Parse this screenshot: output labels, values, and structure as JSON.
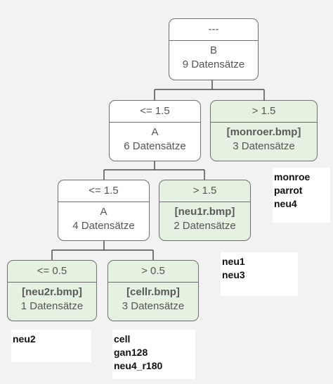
{
  "tree": {
    "root": {
      "condition": "---",
      "attribute": "B",
      "count": "9 Datensätze"
    },
    "n_right1": {
      "condition": "> 1.5",
      "label": "[monroer.bmp]",
      "count": "3 Datensätze"
    },
    "n_left1": {
      "condition": "<= 1.5",
      "attribute": "A",
      "count": "6 Datensätze"
    },
    "n_left2": {
      "condition": "<= 1.5",
      "attribute": "A",
      "count": "4 Datensätze"
    },
    "n_right2": {
      "condition": "> 1.5",
      "label": "[neu1r.bmp]",
      "count": "2 Datensätze"
    },
    "n_leaf_a": {
      "condition": "<= 0.5",
      "label": "[neu2r.bmp]",
      "count": "1 Datensätze"
    },
    "n_leaf_b": {
      "condition": "> 0.5",
      "label": "[cellr.bmp]",
      "count": "3 Datensätze"
    }
  },
  "lists": {
    "monroer": [
      "monroe",
      "parrot",
      "neu4"
    ],
    "neu1r": [
      "neu1",
      "neu3"
    ],
    "neu2r": [
      "neu2"
    ],
    "cellr": [
      "cell",
      "gan128",
      "neu4_r180"
    ]
  },
  "colors": {
    "background": "#f2f2f2",
    "inner_node": "#ffffff",
    "leaf_node": "#e6f2e1",
    "border": "#6f6f6f",
    "edge": "#505050"
  }
}
